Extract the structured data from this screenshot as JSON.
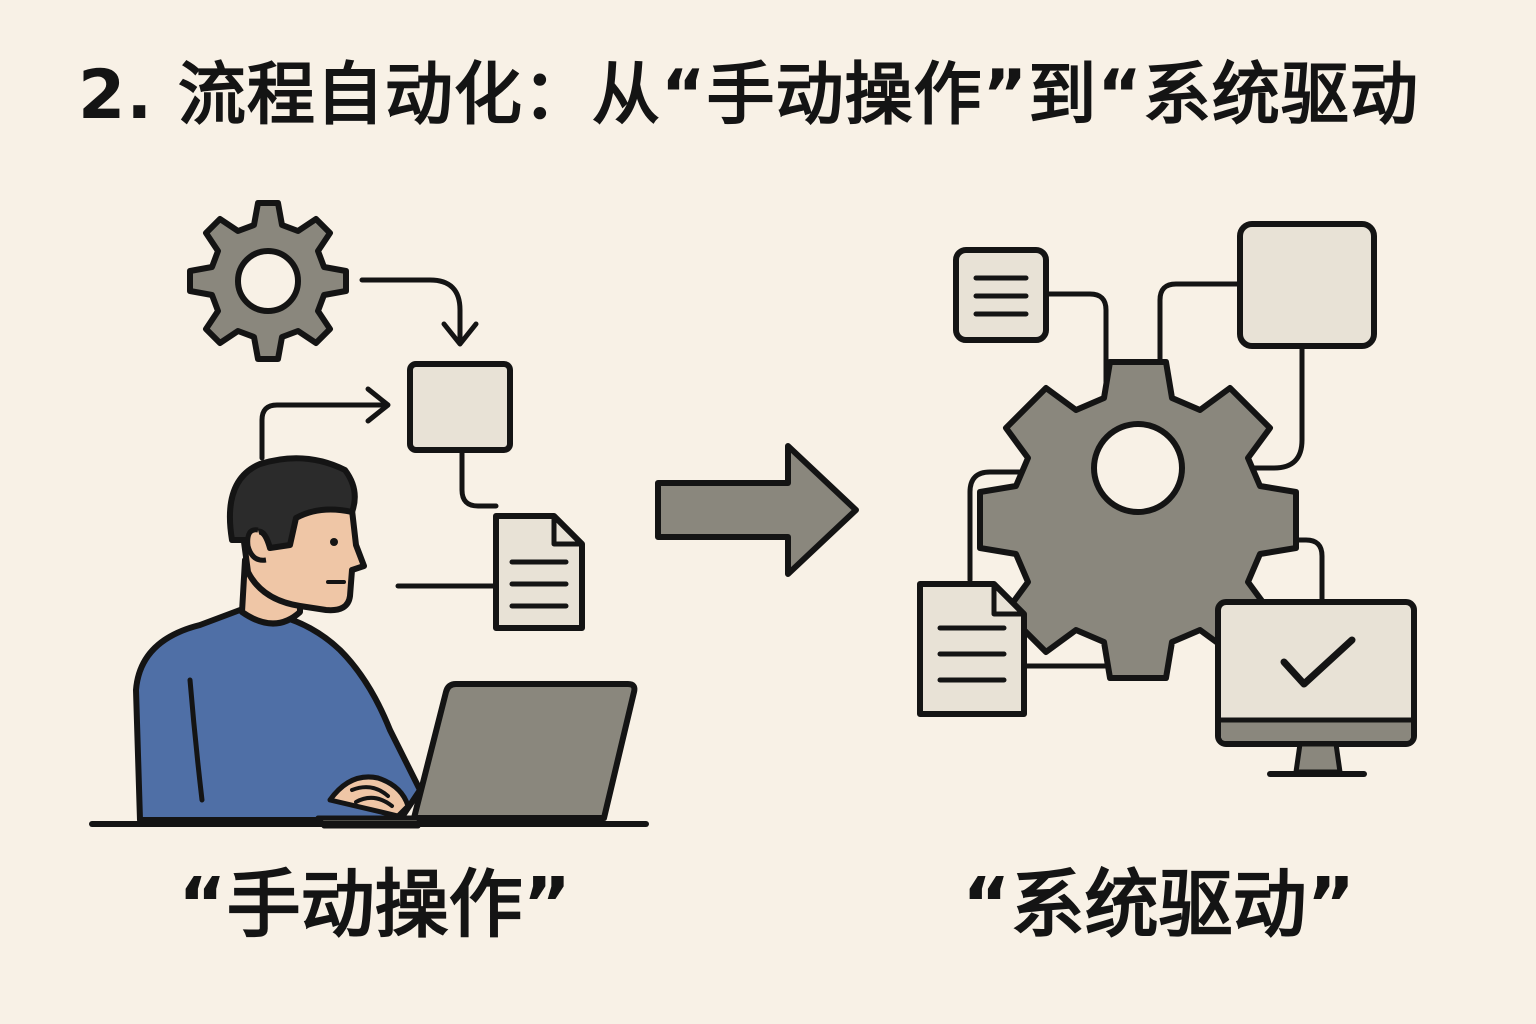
{
  "title": "2. 流程自动化：从“手动操作”到“系统驱动",
  "left_caption": "“手动操作”",
  "right_caption": "“系统驱动”",
  "icons": {
    "left": [
      "gear-icon",
      "box-icon",
      "document-icon",
      "person-icon",
      "laptop-icon"
    ],
    "center": [
      "arrow-right-icon"
    ],
    "right": [
      "list-card-icon",
      "box-icon",
      "gear-icon",
      "document-icon",
      "monitor-check-icon"
    ]
  },
  "colors": {
    "background": "#f8f1e6",
    "ink": "#141414",
    "gray": "#8a877d",
    "light_card": "#e8e2d6",
    "shirt_blue": "#4f6fa6",
    "skin": "#efc6a6",
    "hair": "#2b2b2b"
  }
}
